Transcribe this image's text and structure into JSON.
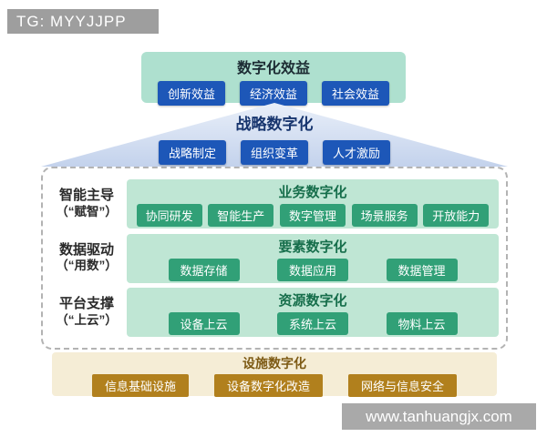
{
  "header_tag": {
    "text": "TG: MYYJJPP"
  },
  "watermark": {
    "text": "www.tanhuangjx.com"
  },
  "diagram": {
    "benefits": {
      "title": "数字化效益",
      "items": [
        "创新效益",
        "经济效益",
        "社会效益"
      ]
    },
    "strategy": {
      "title": "战略数字化",
      "items": [
        "战略制定",
        "组织变革",
        "人才激励"
      ]
    },
    "layers": [
      {
        "label": "智能主导",
        "label_sub": "（“赋智”）",
        "title": "业务数字化",
        "items": [
          "协同研发",
          "智能生产",
          "数字管理",
          "场景服务",
          "开放能力"
        ]
      },
      {
        "label": "数据驱动",
        "label_sub": "（“用数”）",
        "title": "要素数字化",
        "items": [
          "数据存储",
          "数据应用",
          "数据管理"
        ]
      },
      {
        "label": "平台支撑",
        "label_sub": "（“上云”）",
        "title": "资源数字化",
        "items": [
          "设备上云",
          "系统上云",
          "物料上云"
        ]
      }
    ],
    "facilities": {
      "title": "设施数字化",
      "items": [
        "信息基础设施",
        "设备数字化改造",
        "网络与信息安全"
      ]
    }
  },
  "colors": {
    "tag_bg": "#9e9e9e",
    "benefits_bg": "#aee0cf",
    "blue_button": "#1d57b8",
    "strategy_title": "#17356e",
    "triangle_top": "#e9eff9",
    "triangle_bottom": "#c3d2ec",
    "green_panel": "#bfe6d4",
    "green_title": "#166e4b",
    "green_button": "#31a077",
    "cream_bg": "#f5edd6",
    "facilities_title": "#7d5a14",
    "orange_button": "#b1801d",
    "watermark_bg": "#a9a9a9"
  }
}
